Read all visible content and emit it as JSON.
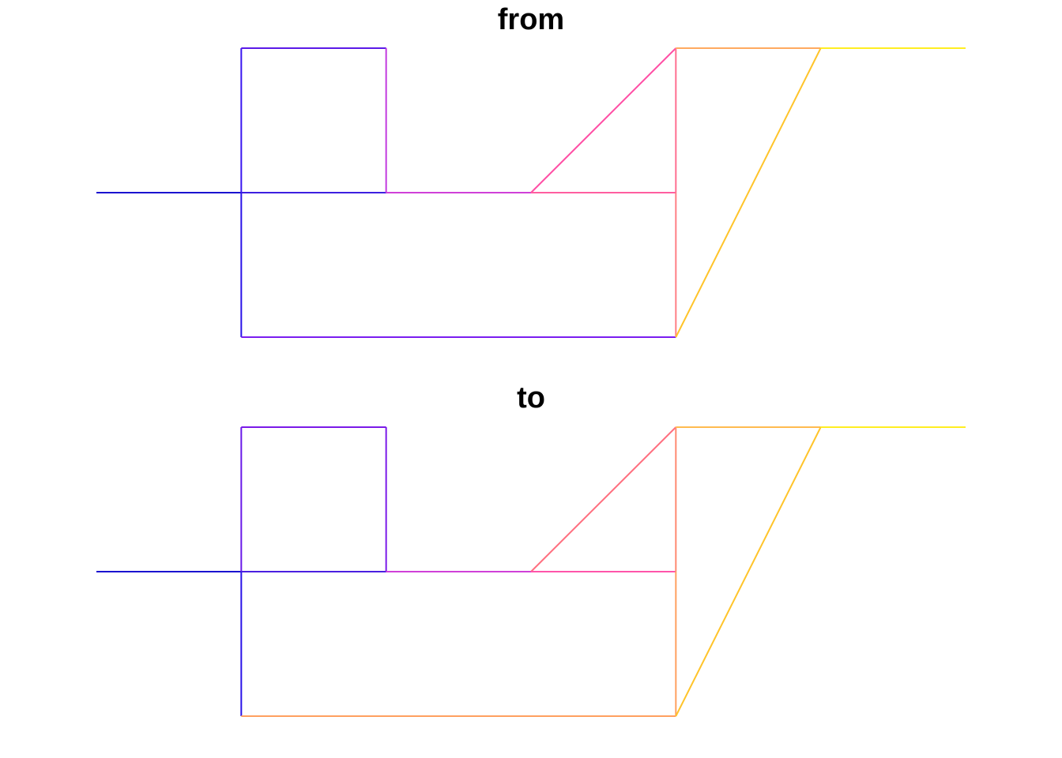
{
  "panels": [
    {
      "title": "from",
      "edges": [
        {
          "id": "left-spur",
          "color": "#1a0fd0",
          "from": [
            0,
            1
          ],
          "to": [
            1,
            1
          ]
        },
        {
          "id": "square-left-lower",
          "color": "#2a14e8",
          "from": [
            1,
            1
          ],
          "to": [
            1,
            0
          ]
        },
        {
          "id": "square-left-upper",
          "color": "#3a17f0",
          "from": [
            1,
            1
          ],
          "to": [
            1,
            2
          ]
        },
        {
          "id": "square-top",
          "color": "#5a1ae8",
          "from": [
            1,
            2
          ],
          "to": [
            2,
            2
          ]
        },
        {
          "id": "square-bottom",
          "color": "#3d1fe0",
          "from": [
            1,
            1
          ],
          "to": [
            2,
            1
          ]
        },
        {
          "id": "square-right",
          "color": "#c23ae0",
          "from": [
            2,
            2
          ],
          "to": [
            2,
            1
          ]
        },
        {
          "id": "middle-link",
          "color": "#d040d8",
          "from": [
            2,
            1
          ],
          "to": [
            3,
            1
          ]
        },
        {
          "id": "base",
          "color": "#7a1df0",
          "from": [
            1,
            0
          ],
          "to": [
            4,
            0
          ]
        },
        {
          "id": "diagonal",
          "color": "#ff4fa5",
          "from": [
            3,
            1
          ],
          "to": [
            4,
            2
          ]
        },
        {
          "id": "triangle-base",
          "color": "#ff5ea0",
          "from": [
            3,
            1
          ],
          "to": [
            4,
            1
          ]
        },
        {
          "id": "right-upper",
          "color": "#ff6f90",
          "from": [
            4,
            2
          ],
          "to": [
            4,
            1
          ]
        },
        {
          "id": "right-lower",
          "color": "#ff7f85",
          "from": [
            4,
            1
          ],
          "to": [
            4,
            0
          ]
        },
        {
          "id": "top-link",
          "color": "#ffaa60",
          "from": [
            4,
            2
          ],
          "to": [
            5,
            2
          ]
        },
        {
          "id": "long-diagonal",
          "color": "#ffc42a",
          "from": [
            4,
            0
          ],
          "to": [
            5,
            2
          ]
        },
        {
          "id": "right-spur",
          "color": "#ffee22",
          "from": [
            5,
            2
          ],
          "to": [
            6,
            2
          ]
        }
      ]
    },
    {
      "title": "to",
      "edges": [
        {
          "id": "left-spur",
          "color": "#1a0fd0",
          "from": [
            0,
            1
          ],
          "to": [
            1,
            1
          ]
        },
        {
          "id": "square-left-lower",
          "color": "#2a14e8",
          "from": [
            1,
            1
          ],
          "to": [
            1,
            0
          ]
        },
        {
          "id": "square-left-upper",
          "color": "#6a1ae8",
          "from": [
            1,
            1
          ],
          "to": [
            1,
            2
          ]
        },
        {
          "id": "square-top",
          "color": "#7a1ae8",
          "from": [
            1,
            2
          ],
          "to": [
            2,
            2
          ]
        },
        {
          "id": "square-bottom",
          "color": "#4a1fe0",
          "from": [
            1,
            1
          ],
          "to": [
            2,
            1
          ]
        },
        {
          "id": "square-right",
          "color": "#7a1ae8",
          "from": [
            2,
            2
          ],
          "to": [
            2,
            1
          ]
        },
        {
          "id": "middle-link",
          "color": "#d040d8",
          "from": [
            2,
            1
          ],
          "to": [
            3,
            1
          ]
        },
        {
          "id": "base",
          "color": "#ffa060",
          "from": [
            1,
            0
          ],
          "to": [
            4,
            0
          ]
        },
        {
          "id": "diagonal",
          "color": "#ff7080",
          "from": [
            3,
            1
          ],
          "to": [
            4,
            2
          ]
        },
        {
          "id": "triangle-base",
          "color": "#ff55aa",
          "from": [
            3,
            1
          ],
          "to": [
            4,
            1
          ]
        },
        {
          "id": "right-upper",
          "color": "#ff8a70",
          "from": [
            4,
            2
          ],
          "to": [
            4,
            1
          ]
        },
        {
          "id": "right-lower",
          "color": "#ffa060",
          "from": [
            4,
            1
          ],
          "to": [
            4,
            0
          ]
        },
        {
          "id": "top-link",
          "color": "#ffbb50",
          "from": [
            4,
            2
          ],
          "to": [
            5,
            2
          ]
        },
        {
          "id": "long-diagonal",
          "color": "#ffc42a",
          "from": [
            4,
            0
          ],
          "to": [
            5,
            2
          ]
        },
        {
          "id": "right-spur",
          "color": "#ffee22",
          "from": [
            5,
            2
          ],
          "to": [
            6,
            2
          ]
        }
      ]
    }
  ]
}
